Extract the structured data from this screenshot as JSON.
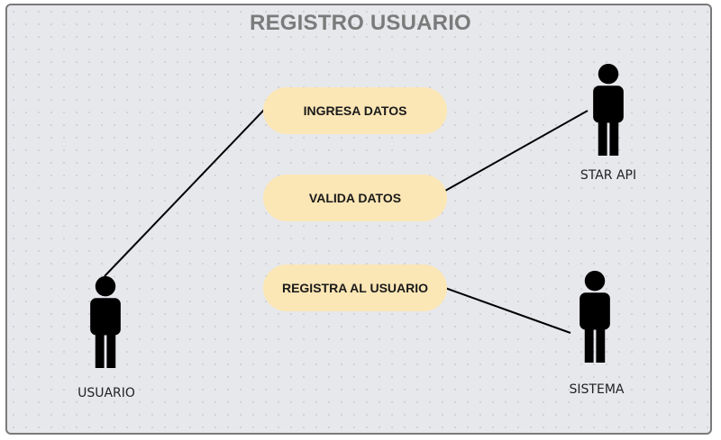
{
  "title": "REGISTRO USUARIO",
  "colors": {
    "use_case_fill": "#fbe6b5",
    "actor_fill": "#000000",
    "line": "#000000",
    "background": "#e7e8ec",
    "title": "#7b7b7b"
  },
  "actors": [
    {
      "id": "usuario",
      "label": "USUARIO",
      "icon": "person-icon"
    },
    {
      "id": "star-api",
      "label": "STAR API",
      "icon": "person-icon"
    },
    {
      "id": "sistema",
      "label": "SISTEMA",
      "icon": "person-icon"
    }
  ],
  "use_cases": [
    {
      "id": "ingresa-datos",
      "label": "INGRESA DATOS"
    },
    {
      "id": "valida-datos",
      "label": "VALIDA DATOS"
    },
    {
      "id": "registra-usuario",
      "label": "REGISTRA AL USUARIO"
    }
  ],
  "associations": [
    {
      "actor": "usuario",
      "use_case": "ingresa-datos"
    },
    {
      "actor": "star-api",
      "use_case": "valida-datos"
    },
    {
      "actor": "sistema",
      "use_case": "registra-usuario"
    }
  ]
}
